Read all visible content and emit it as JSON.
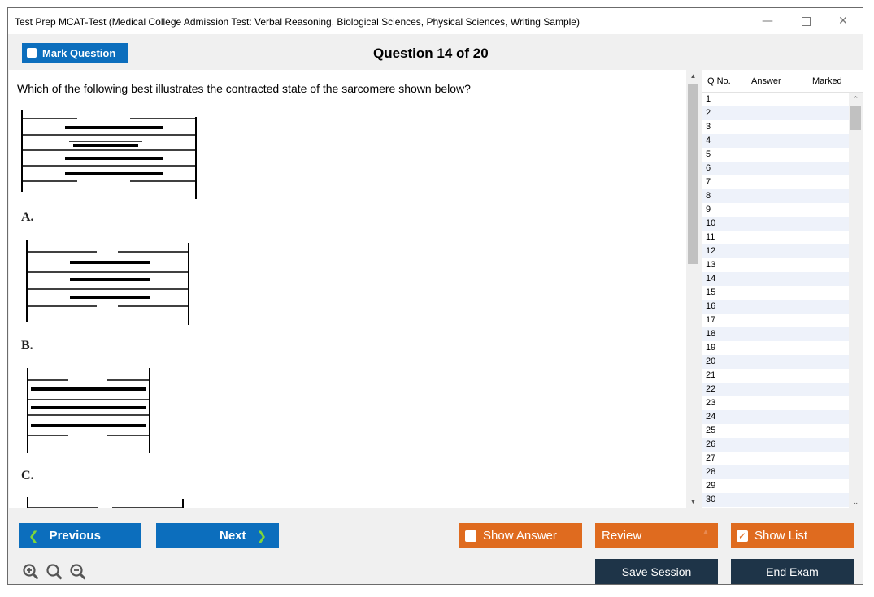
{
  "window": {
    "title": "Test Prep MCAT-Test (Medical College Admission Test: Verbal Reasoning, Biological Sciences, Physical Sciences, Writing Sample)"
  },
  "header": {
    "mark_label": "Mark Question",
    "question_title": "Question 14 of 20"
  },
  "question": {
    "text": "Which of the following best illustrates the contracted state of the sarcomere shown below?",
    "choices": [
      "A.",
      "B.",
      "C."
    ]
  },
  "qlist": {
    "col_qno": "Q No.",
    "col_answer": "Answer",
    "col_marked": "Marked",
    "rows": [
      "1",
      "2",
      "3",
      "4",
      "5",
      "6",
      "7",
      "8",
      "9",
      "10",
      "11",
      "12",
      "13",
      "14",
      "15",
      "16",
      "17",
      "18",
      "19",
      "20",
      "21",
      "22",
      "23",
      "24",
      "25",
      "26",
      "27",
      "28",
      "29",
      "30"
    ]
  },
  "footer": {
    "previous_label": "Previous",
    "next_label": "Next",
    "show_answer_label": "Show Answer",
    "review_label": "Review",
    "show_list_label": "Show List",
    "save_label": "Save Session",
    "end_label": "End Exam"
  },
  "colors": {
    "primary_blue": "#0c6ebd",
    "orange": "#df6b1f",
    "dark_navy": "#1e3448",
    "chevron_green": "#7fd63a"
  },
  "icons": [
    "zoom-in-icon",
    "zoom-reset-icon",
    "zoom-out-icon",
    "chevron-left-icon",
    "chevron-right-icon",
    "minimize-icon",
    "maximize-icon",
    "close-icon"
  ]
}
